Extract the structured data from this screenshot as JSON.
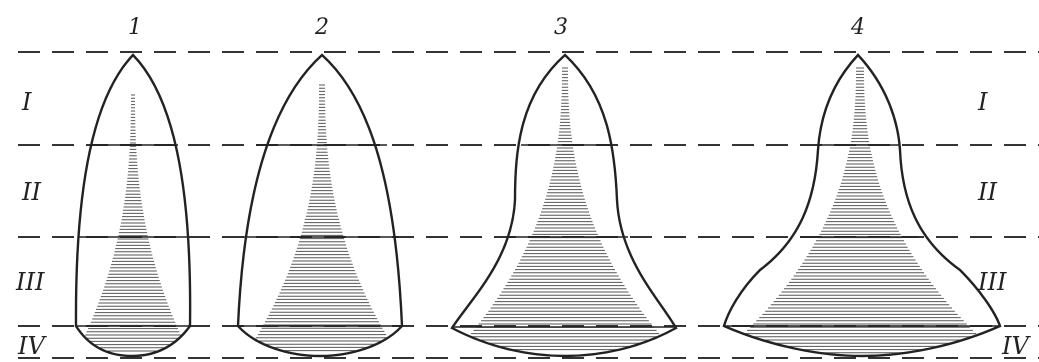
{
  "figure": {
    "shapes": [
      {
        "number": "1"
      },
      {
        "number": "2"
      },
      {
        "number": "3"
      },
      {
        "number": "4"
      }
    ],
    "zones_left": [
      "I",
      "II",
      "III",
      "IV"
    ],
    "zones_right": [
      "I",
      "II",
      "III",
      "IV"
    ]
  }
}
